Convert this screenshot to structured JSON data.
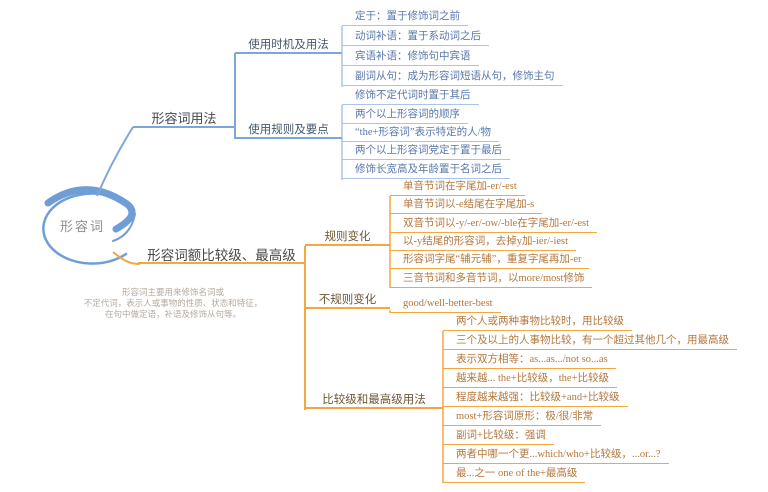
{
  "root": {
    "label": "形容词",
    "note_lines": [
      "形容词主要用来修饰名词或",
      "不定代词，表示人或事物的性质、状态和特征，",
      "在句中做定语，补语及修饰从句等。"
    ]
  },
  "colors": {
    "branch1_line": "#7da7dc",
    "branch1_leaf_underline": "#aac5e8",
    "branch1_leaf_text": "#5878ab",
    "branch2_line": "#f5a63e",
    "branch2_leaf_text": "#b4773c",
    "main_label_text": "#45484d",
    "root_text": "#8d8d8d",
    "note_text": "#b6aa9e"
  },
  "branches": [
    {
      "label": "形容词用法",
      "children": [
        {
          "label": "使用时机及用法",
          "leaves": [
            "定于：置于修饰词之前",
            "动词补语：置于系动词之后",
            "宾语补语：修饰句中宾语",
            "副词从句：成为形容词短语从句，修饰主句"
          ]
        },
        {
          "label": "使用规则及要点",
          "leaves": [
            "修饰不定代词时置于其后",
            "两个以上形容词的顺序",
            "“the+形容词”表示特定的人/物",
            "两个以上形容词党定于置于最后",
            "修饰长宽高及年龄置于名词之后"
          ]
        }
      ]
    },
    {
      "label": "形容词额比较级、最高级",
      "children": [
        {
          "label": "规则变化",
          "leaves": [
            "单音节词在字尾加-er/-est",
            "单音节词以-e结尾在字尾加-s",
            "双音节词以-y/-er/-ow/-ble在字尾加-er/-est",
            "以-y结尾的形容词，去掉y加-ier/-iest",
            "形容词字尾“辅元辅”，重复字尾再加-er",
            "三音节词和多音节词，以more/most修饰"
          ]
        },
        {
          "label": "不规则变化",
          "leaves": [
            "good/well-better-best"
          ]
        },
        {
          "label": "比较级和最高级用法",
          "leaves": [
            "两个人或两种事物比较时，用比较级",
            "三个及以上的人事物比较，有一个超过其他几个，用最高级",
            "表示双方相等：as...as.../not so...as",
            "越来越... the+比较级，the+比较级",
            "程度越来越强：比较级+and+比较级",
            "most+形容词原形：极/很/非常",
            "副词+比较级：强调",
            "两者中哪一个更...which/who+比较级，...or...?",
            "最...之一 one of the+最高级"
          ]
        }
      ]
    }
  ]
}
